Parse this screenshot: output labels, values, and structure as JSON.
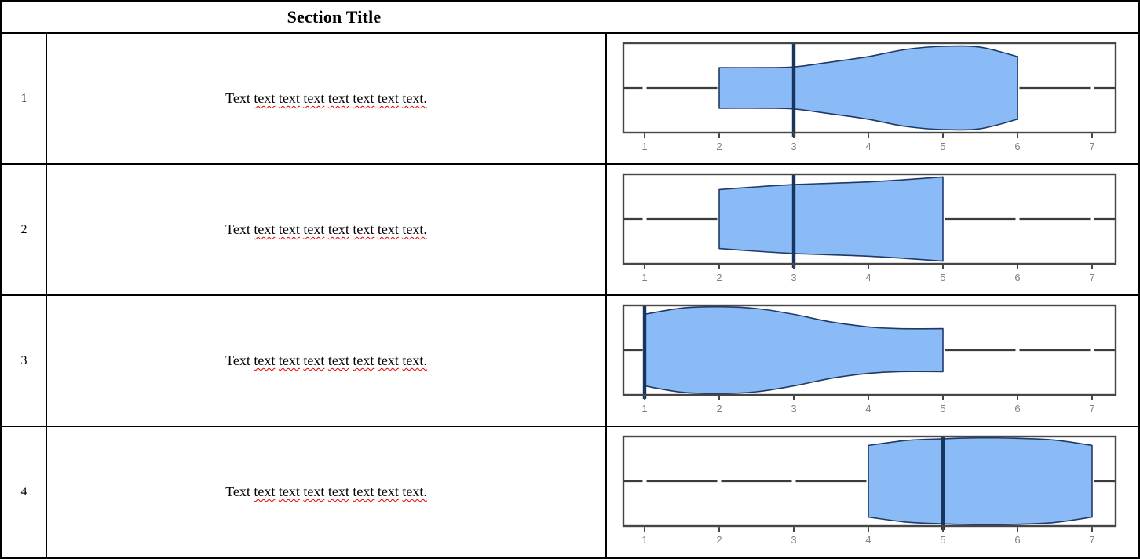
{
  "header": {
    "title": "Section Title"
  },
  "rows": [
    {
      "number": "1",
      "sentence": {
        "lead": "Text",
        "misspelled": [
          "text",
          "text",
          "text",
          "text",
          "text",
          "text",
          "text."
        ]
      }
    },
    {
      "number": "2",
      "sentence": {
        "lead": "Text",
        "misspelled": [
          "text",
          "text",
          "text",
          "text",
          "text",
          "text",
          "text."
        ]
      }
    },
    {
      "number": "3",
      "sentence": {
        "lead": "Text",
        "misspelled": [
          "text",
          "text",
          "text",
          "text",
          "text",
          "text",
          "text."
        ]
      }
    },
    {
      "number": "4",
      "sentence": {
        "lead": "Text",
        "misspelled": [
          "text",
          "text",
          "text",
          "text",
          "text",
          "text",
          "text."
        ]
      }
    }
  ],
  "chart_data": [
    {
      "type": "violin",
      "row": 1,
      "orientation": "horizontal",
      "x_ticks": [
        1,
        2,
        3,
        4,
        5,
        6,
        7
      ],
      "xlim": [
        0.72,
        7.32
      ],
      "median": 3,
      "extent": [
        2,
        6
      ],
      "whisker_line_full_width": true,
      "profile": [
        [
          2,
          0.455
        ],
        [
          2.6,
          0.455
        ],
        [
          3,
          0.47
        ],
        [
          3.5,
          0.58
        ],
        [
          4,
          0.7
        ],
        [
          4.5,
          0.86
        ],
        [
          5,
          0.93
        ],
        [
          5.5,
          0.91
        ],
        [
          6,
          0.7
        ]
      ]
    },
    {
      "type": "violin",
      "row": 2,
      "orientation": "horizontal",
      "x_ticks": [
        1,
        2,
        3,
        4,
        5,
        6,
        7
      ],
      "xlim": [
        0.72,
        7.32
      ],
      "median": 3,
      "extent": [
        2,
        5
      ],
      "whisker_line_full_width": true,
      "profile": [
        [
          2,
          0.66
        ],
        [
          2.5,
          0.72
        ],
        [
          3,
          0.77
        ],
        [
          3.5,
          0.8
        ],
        [
          4,
          0.83
        ],
        [
          4.5,
          0.88
        ],
        [
          5,
          0.94
        ]
      ]
    },
    {
      "type": "violin",
      "row": 3,
      "orientation": "horizontal",
      "x_ticks": [
        1,
        2,
        3,
        4,
        5,
        6,
        7
      ],
      "xlim": [
        0.72,
        7.32
      ],
      "median": 1,
      "extent": [
        1,
        5
      ],
      "whisker_line_full_width": true,
      "profile": [
        [
          1,
          0.8
        ],
        [
          1.5,
          0.94
        ],
        [
          2,
          0.97
        ],
        [
          2.5,
          0.93
        ],
        [
          3,
          0.8
        ],
        [
          3.5,
          0.63
        ],
        [
          4,
          0.52
        ],
        [
          4.4,
          0.48
        ],
        [
          5,
          0.48
        ]
      ]
    },
    {
      "type": "violin",
      "row": 4,
      "orientation": "horizontal",
      "x_ticks": [
        1,
        2,
        3,
        4,
        5,
        6,
        7
      ],
      "xlim": [
        0.72,
        7.32
      ],
      "median": 5,
      "extent": [
        4,
        7
      ],
      "whisker_line_full_width": true,
      "profile": [
        [
          4,
          0.8
        ],
        [
          4.5,
          0.91
        ],
        [
          5,
          0.95
        ],
        [
          5.5,
          0.97
        ],
        [
          6,
          0.96
        ],
        [
          6.5,
          0.92
        ],
        [
          7,
          0.8
        ]
      ]
    }
  ],
  "colors": {
    "table_border": "#000000",
    "violin_fill": "#8ABBF7",
    "violin_stroke": "#1F3A67",
    "median_line": "#17365D",
    "plot_border": "#464646",
    "center_line": "#3C3C3C",
    "tick_mark": "#464646",
    "tick_label": "#808080",
    "spellcheck_squiggle": "#E60000",
    "text": "#000000"
  }
}
